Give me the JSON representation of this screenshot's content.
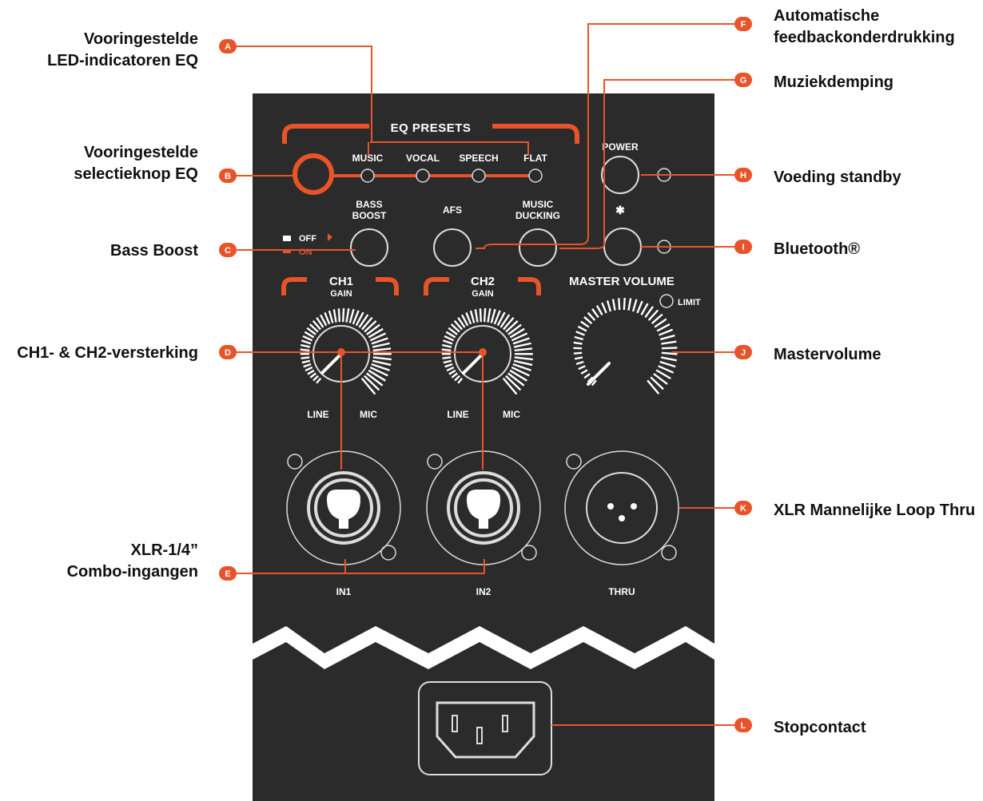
{
  "colors": {
    "accent": "#e8542a",
    "panel": "#2b2b2b",
    "light": "#dcdcdc"
  },
  "callouts": [
    {
      "id": "A",
      "lines": [
        "Vooringestelde",
        "LED-indicatoren EQ"
      ]
    },
    {
      "id": "B",
      "lines": [
        "Vooringestelde",
        "selectieknop EQ"
      ]
    },
    {
      "id": "C",
      "lines": [
        "Bass Boost"
      ]
    },
    {
      "id": "D",
      "lines": [
        "CH1- & CH2-versterking"
      ]
    },
    {
      "id": "E",
      "lines": [
        "XLR-1/4”",
        "Combo-ingangen"
      ]
    },
    {
      "id": "F",
      "lines": [
        "Automatische",
        "feedbackonderdrukking"
      ]
    },
    {
      "id": "G",
      "lines": [
        "Muziekdemping"
      ]
    },
    {
      "id": "H",
      "lines": [
        "Voeding standby"
      ]
    },
    {
      "id": "I",
      "lines": [
        "Bluetooth®"
      ]
    },
    {
      "id": "J",
      "lines": [
        "Mastervolume"
      ]
    },
    {
      "id": "K",
      "lines": [
        "XLR Mannelijke Loop Thru"
      ]
    },
    {
      "id": "L",
      "lines": [
        "Stopcontact"
      ]
    }
  ],
  "panel": {
    "eq_presets": "EQ PRESETS",
    "presets": [
      "MUSIC",
      "VOCAL",
      "SPEECH",
      "FLAT"
    ],
    "power": "POWER",
    "bass_boost": [
      "BASS",
      "BOOST"
    ],
    "afs": "AFS",
    "music_ducking": [
      "MUSIC",
      "DUCKING"
    ],
    "off": "OFF",
    "on": "ON",
    "bluetooth_symbol": "✱",
    "ch1": "CH1",
    "ch2": "CH2",
    "gain": "GAIN",
    "master_volume": "MASTER VOLUME",
    "limit": "LIMIT",
    "line": "LINE",
    "mic": "MIC",
    "in1": "IN1",
    "in2": "IN2",
    "thru": "THRU"
  }
}
